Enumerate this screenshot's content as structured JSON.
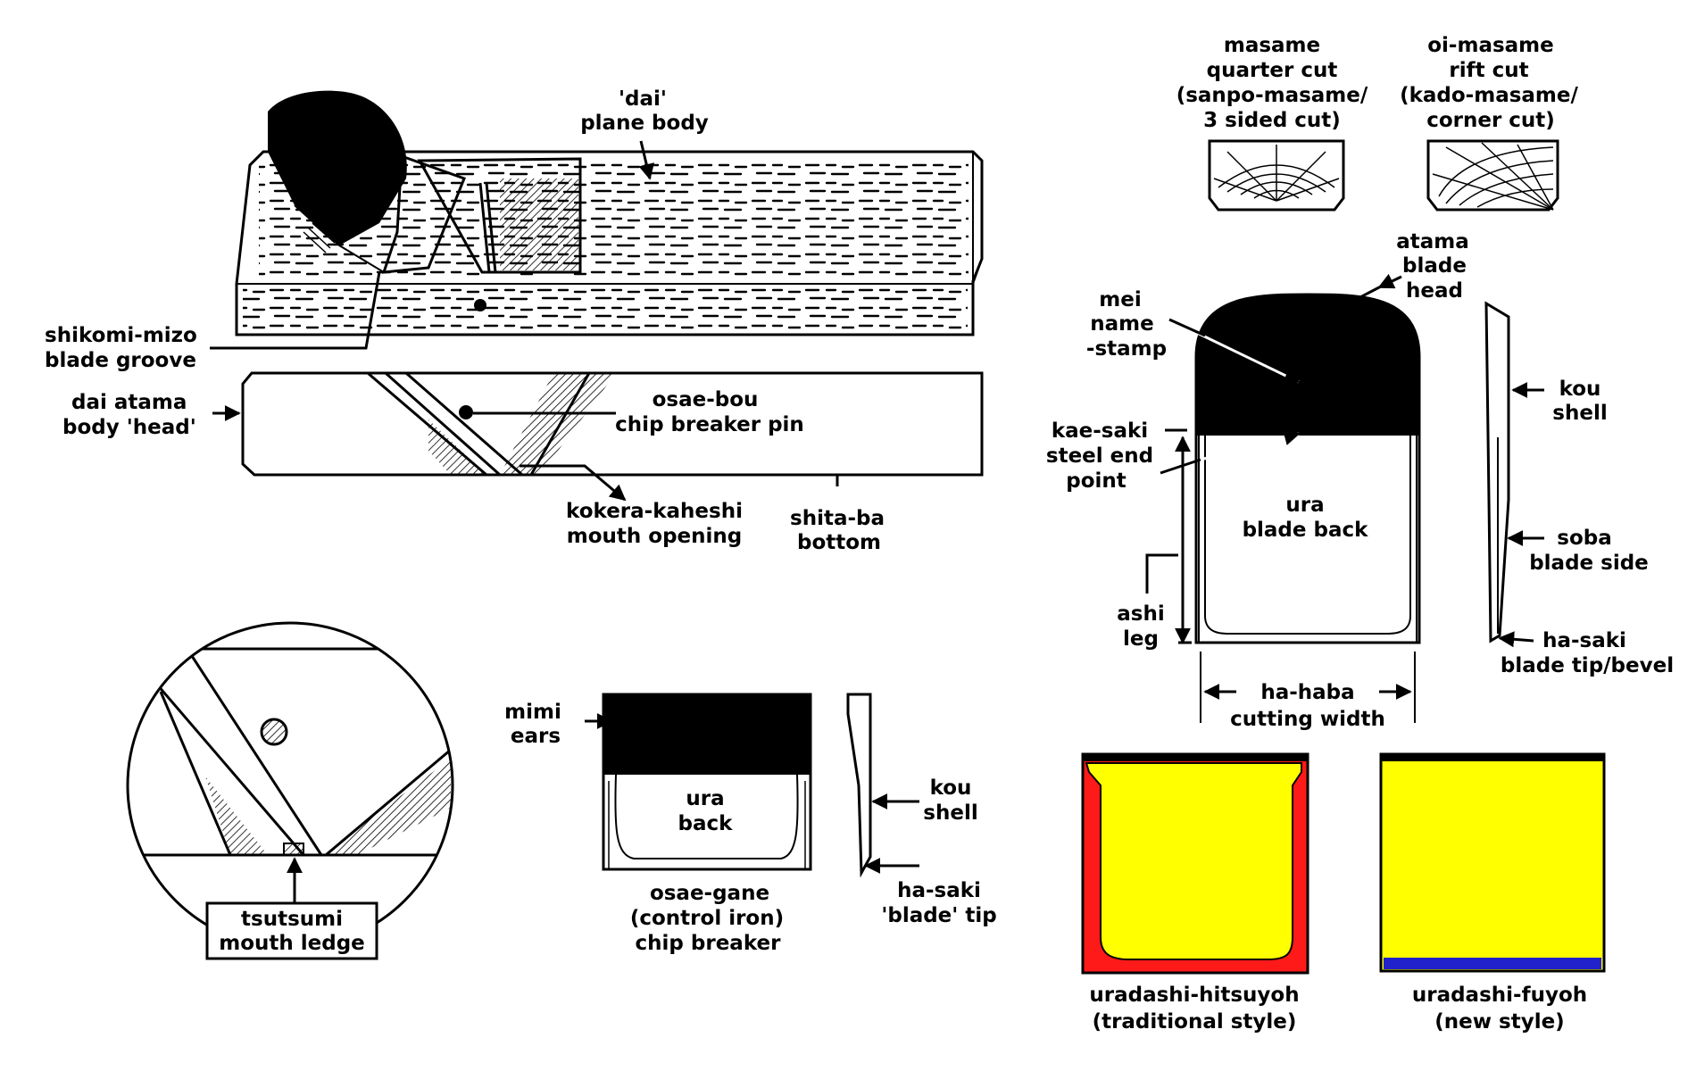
{
  "colors": {
    "line": "#000000",
    "background": "#ffffff",
    "back_fill": "#ffff00",
    "traditional_edge": "#ff1a1a",
    "new_style_edge": "#2222cc"
  },
  "plane": {
    "dai": {
      "line1": "'dai'",
      "line2": "plane body"
    },
    "shikomi": {
      "line1": "shikomi-mizo",
      "line2": "blade groove"
    },
    "dai_atama": {
      "line1": "dai atama",
      "line2": "body 'head'"
    },
    "osae_bou": {
      "line1": "osae-bou",
      "line2": "chip breaker pin"
    },
    "kokera": {
      "line1": "kokera-kaheshi",
      "line2": "mouth opening"
    },
    "shita_ba": {
      "line1": "shita-ba",
      "line2": "bottom"
    }
  },
  "detail": {
    "tsutsumi": {
      "line1": "tsutsumi",
      "line2": "mouth ledge"
    }
  },
  "chip_breaker": {
    "mimi": {
      "line1": "mimi",
      "line2": "ears"
    },
    "ura": {
      "line1": "ura",
      "line2": "back"
    },
    "kou": {
      "line1": "kou",
      "line2": "shell"
    },
    "ha_saki": {
      "line1": "ha-saki",
      "line2": "'blade' tip"
    },
    "title": {
      "line1": "osae-gane",
      "line2": "(control iron)",
      "line3": "chip breaker"
    }
  },
  "wood_cuts": {
    "masame": {
      "line1": "masame",
      "line2": "quarter cut",
      "line3": "(sanpo-masame/",
      "line4": "3  sided cut)"
    },
    "oi_masame": {
      "line1": "oi-masame",
      "line2": "rift cut",
      "line3": "(kado-masame/",
      "line4": "corner cut)"
    }
  },
  "blade": {
    "atama": {
      "line1": "atama",
      "line2": "blade",
      "line3": "head"
    },
    "mei": {
      "line1": "mei",
      "line2": "name",
      "line3": "-stamp"
    },
    "kae_saki": {
      "line1": "kae-saki",
      "line2": "steel end",
      "line3": "point"
    },
    "ura": {
      "line1": "ura",
      "line2": "blade back"
    },
    "ashi": {
      "line1": "ashi",
      "line2": "leg"
    },
    "ha_haba": {
      "line1": "ha-haba",
      "line2": "cutting width"
    },
    "kou": {
      "line1": "kou",
      "line2": "shell"
    },
    "soba": {
      "line1": "soba",
      "line2": "blade side"
    },
    "ha_saki": {
      "line1": "ha-saki",
      "line2": "blade tip/bevel"
    }
  },
  "styles": {
    "traditional": {
      "line1": "uradashi-hitsuyoh",
      "line2": "(traditional style)"
    },
    "new": {
      "line1": "uradashi-fuyoh",
      "line2": "(new style)"
    }
  }
}
